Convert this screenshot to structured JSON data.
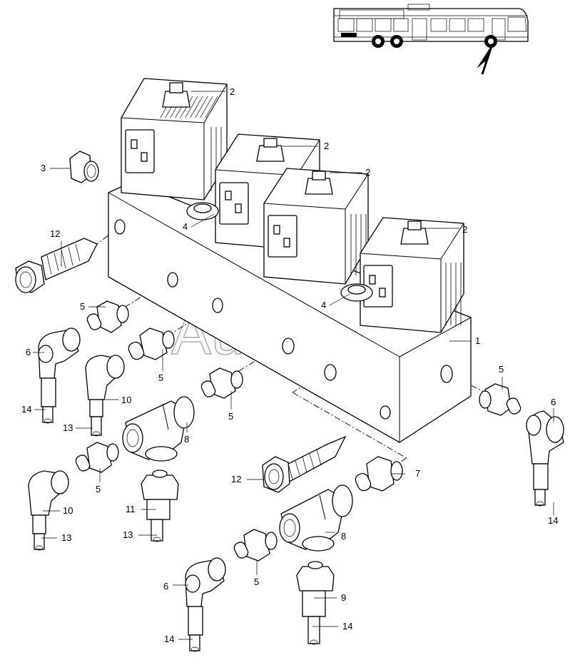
{
  "watermark": "AutoSoft",
  "callouts": {
    "c1": "1",
    "c2a": "2",
    "c2b": "2",
    "c2c": "2",
    "c2d": "2",
    "c3": "3",
    "c4a": "4",
    "c4b": "4",
    "c5a": "5",
    "c5b": "5",
    "c5c": "5",
    "c5d": "5",
    "c5e": "5",
    "c5f": "5",
    "c6a": "6",
    "c6b": "6",
    "c6c": "6",
    "c7": "7",
    "c8a": "8",
    "c8b": "8",
    "c9": "9",
    "c10a": "10",
    "c10b": "10",
    "c11": "11",
    "c12a": "12",
    "c12b": "12",
    "c13a": "13",
    "c13b": "13",
    "c13c": "13",
    "c14a": "14",
    "c14b": "14",
    "c14c": "14"
  },
  "icons": {
    "bus": "bus-locator-icon",
    "arrow": "location-arrow-icon"
  }
}
